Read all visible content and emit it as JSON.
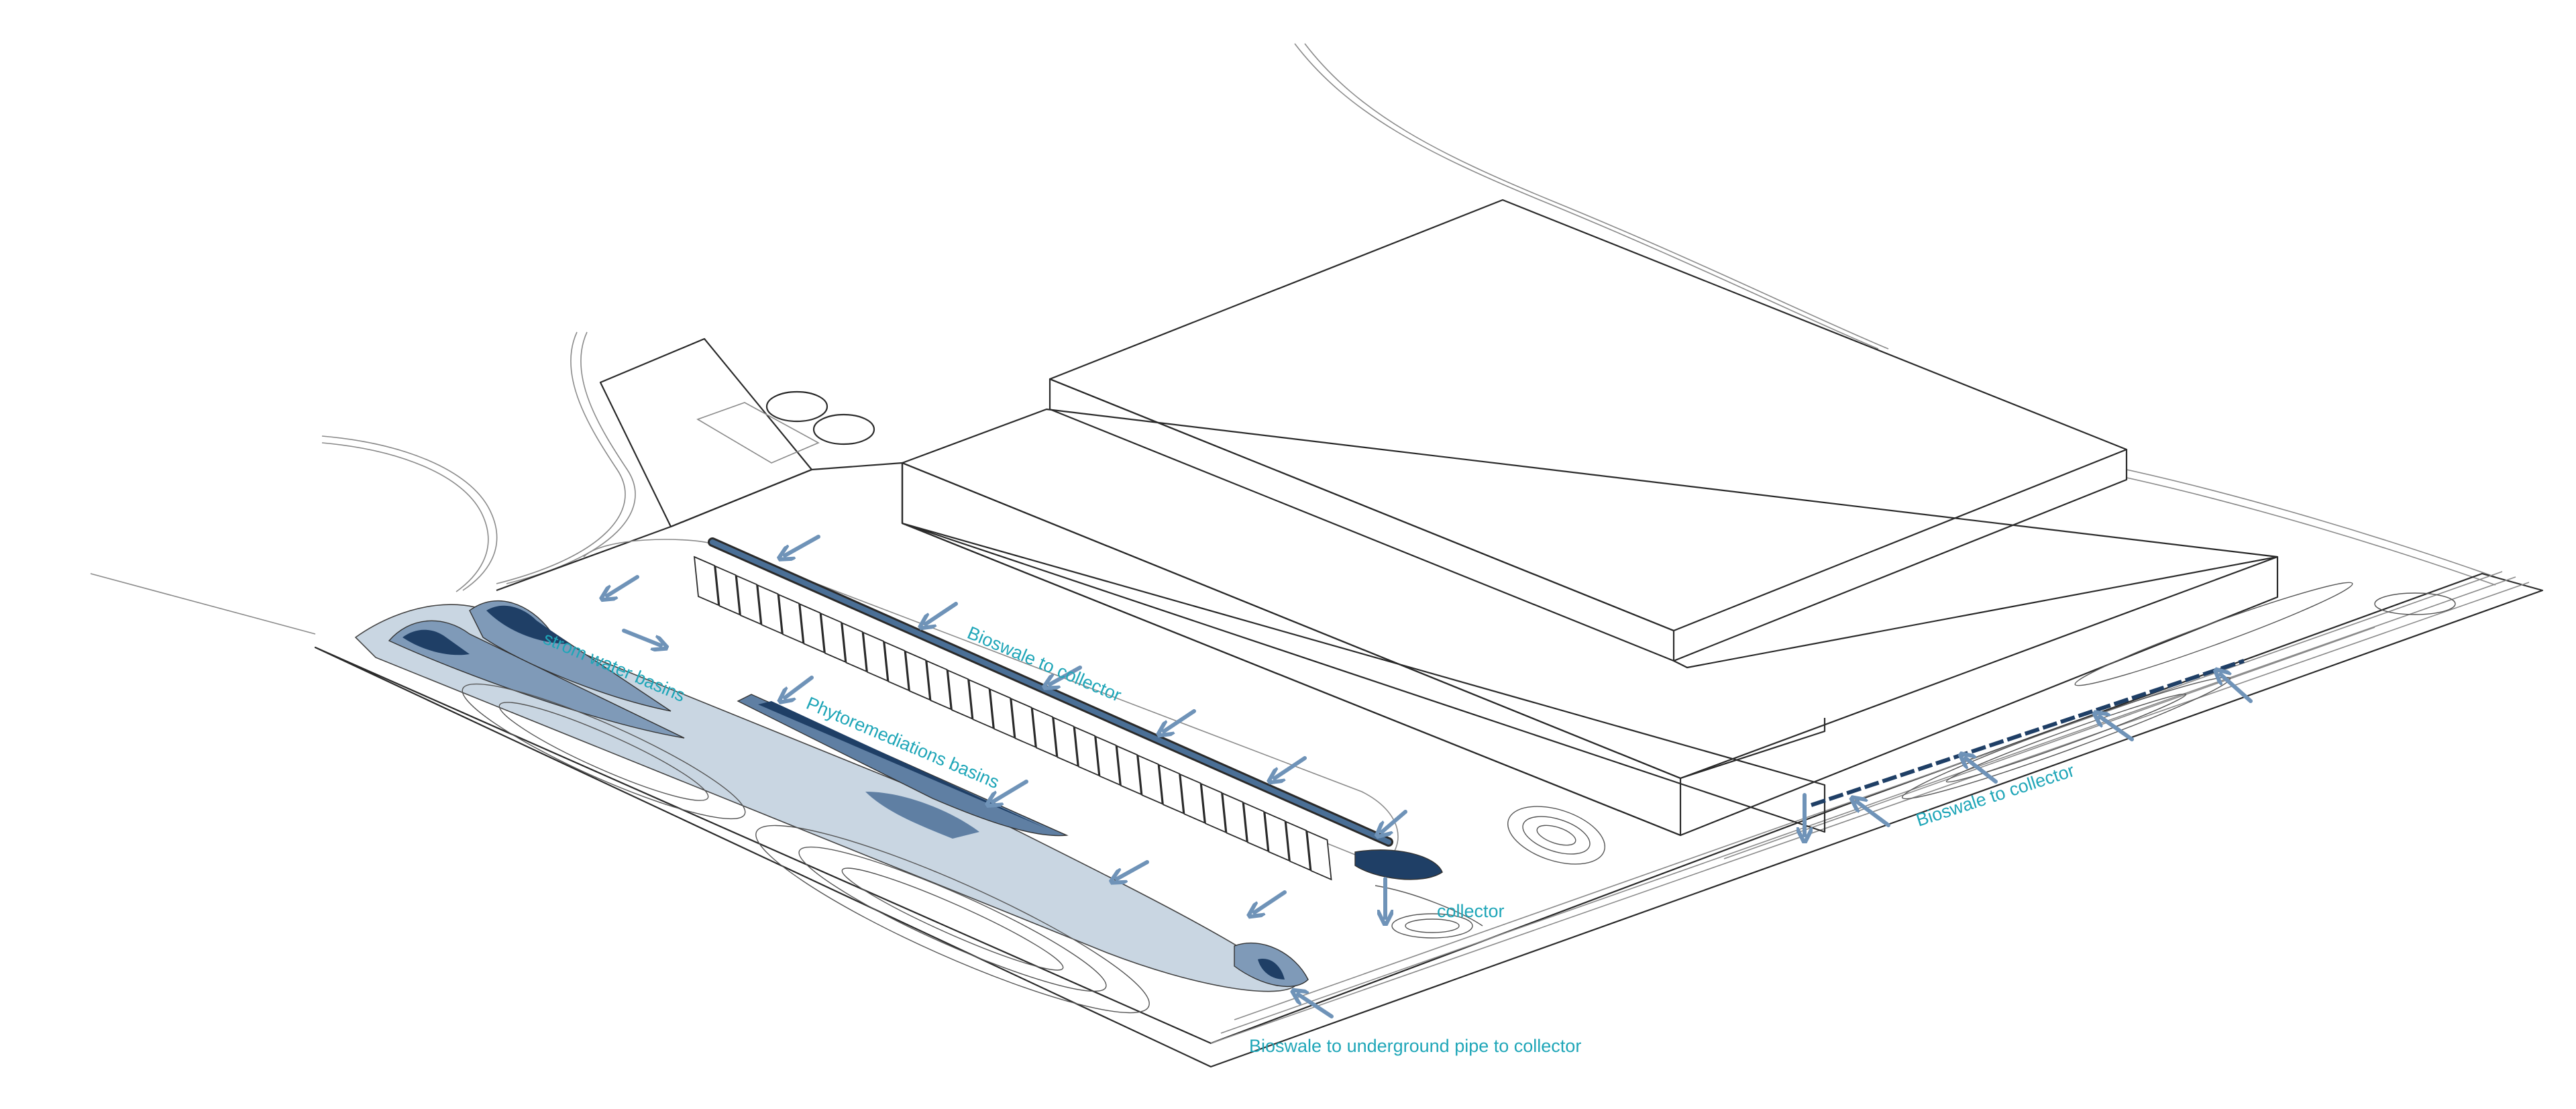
{
  "labels": {
    "storm_water_basins": "strom water basins",
    "bioswale_main": "Bioswale  to collector",
    "phytoremediation": "Phytoremediations basins",
    "collector": "collector",
    "bioswale_right": "Bioswale to collector",
    "bioswale_underground": "Bioswale to underground pipe to collector"
  },
  "colors": {
    "label": "#1fa6b8",
    "arrow": "#6f93b8",
    "water_dark": "#1f3f66",
    "water_mid": "#5f7fa3",
    "water_light": "#c9d6e2",
    "outline": "#2a2a2a"
  }
}
